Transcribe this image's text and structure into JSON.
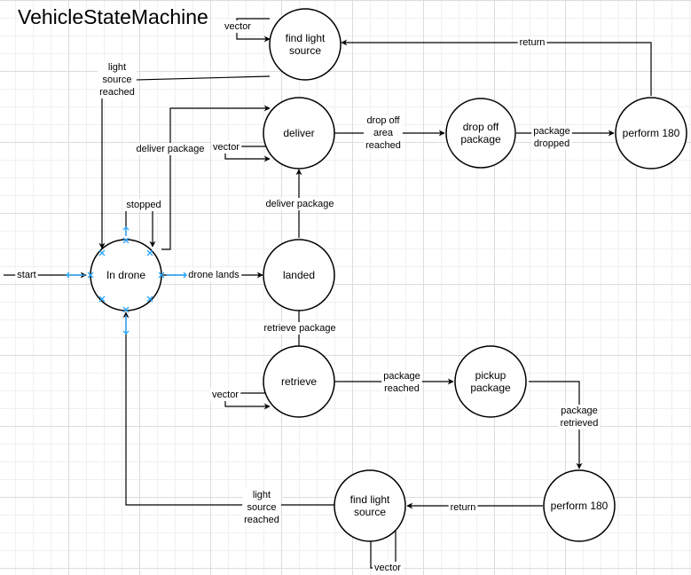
{
  "title": "VehicleStateMachine",
  "colors": {
    "line": "#000000",
    "node_fill": "#ffffff",
    "selection": "#29a8ff",
    "grid": "#dcdcdc"
  },
  "nodes": [
    {
      "id": "in-drone",
      "label": "In drone"
    },
    {
      "id": "landed",
      "label": "landed"
    },
    {
      "id": "deliver",
      "label": "deliver"
    },
    {
      "id": "drop-off-package",
      "label": "drop off\npackage"
    },
    {
      "id": "perform-180-top",
      "label": "perform 180"
    },
    {
      "id": "find-light-source-top",
      "label": "find light\nsource"
    },
    {
      "id": "retrieve",
      "label": "retrieve"
    },
    {
      "id": "pickup-package",
      "label": "pickup\npackage"
    },
    {
      "id": "perform-180-bottom",
      "label": "perform 180"
    },
    {
      "id": "find-light-source-bottom",
      "label": "find light\nsource"
    }
  ],
  "edges": [
    {
      "id": "start",
      "label": "start"
    },
    {
      "id": "drone-lands",
      "label": "drone lands"
    },
    {
      "id": "stopped",
      "label": "stopped"
    },
    {
      "id": "in-drone-deliver",
      "label": "deliver package"
    },
    {
      "id": "landed-deliver",
      "label": "deliver package"
    },
    {
      "id": "landed-retrieve",
      "label": "retrieve package"
    },
    {
      "id": "deliver-loop",
      "label": "vector"
    },
    {
      "id": "deliver-dropoff",
      "label": "drop off\narea\nreached"
    },
    {
      "id": "dropoff-perform",
      "label": "package\ndropped"
    },
    {
      "id": "perform-find-top",
      "label": "return"
    },
    {
      "id": "find-top-loop",
      "label": "vector"
    },
    {
      "id": "find-top-indrone",
      "label": "light\nsource\nreached"
    },
    {
      "id": "retrieve-loop",
      "label": "vector"
    },
    {
      "id": "retrieve-pickup",
      "label": "package\nreached"
    },
    {
      "id": "pickup-perform",
      "label": "package\nretrieved"
    },
    {
      "id": "perform-find-bottom",
      "label": "return"
    },
    {
      "id": "find-bottom-loop",
      "label": "vector"
    },
    {
      "id": "find-bottom-indrone",
      "label": "light\nsource\nreached"
    }
  ]
}
